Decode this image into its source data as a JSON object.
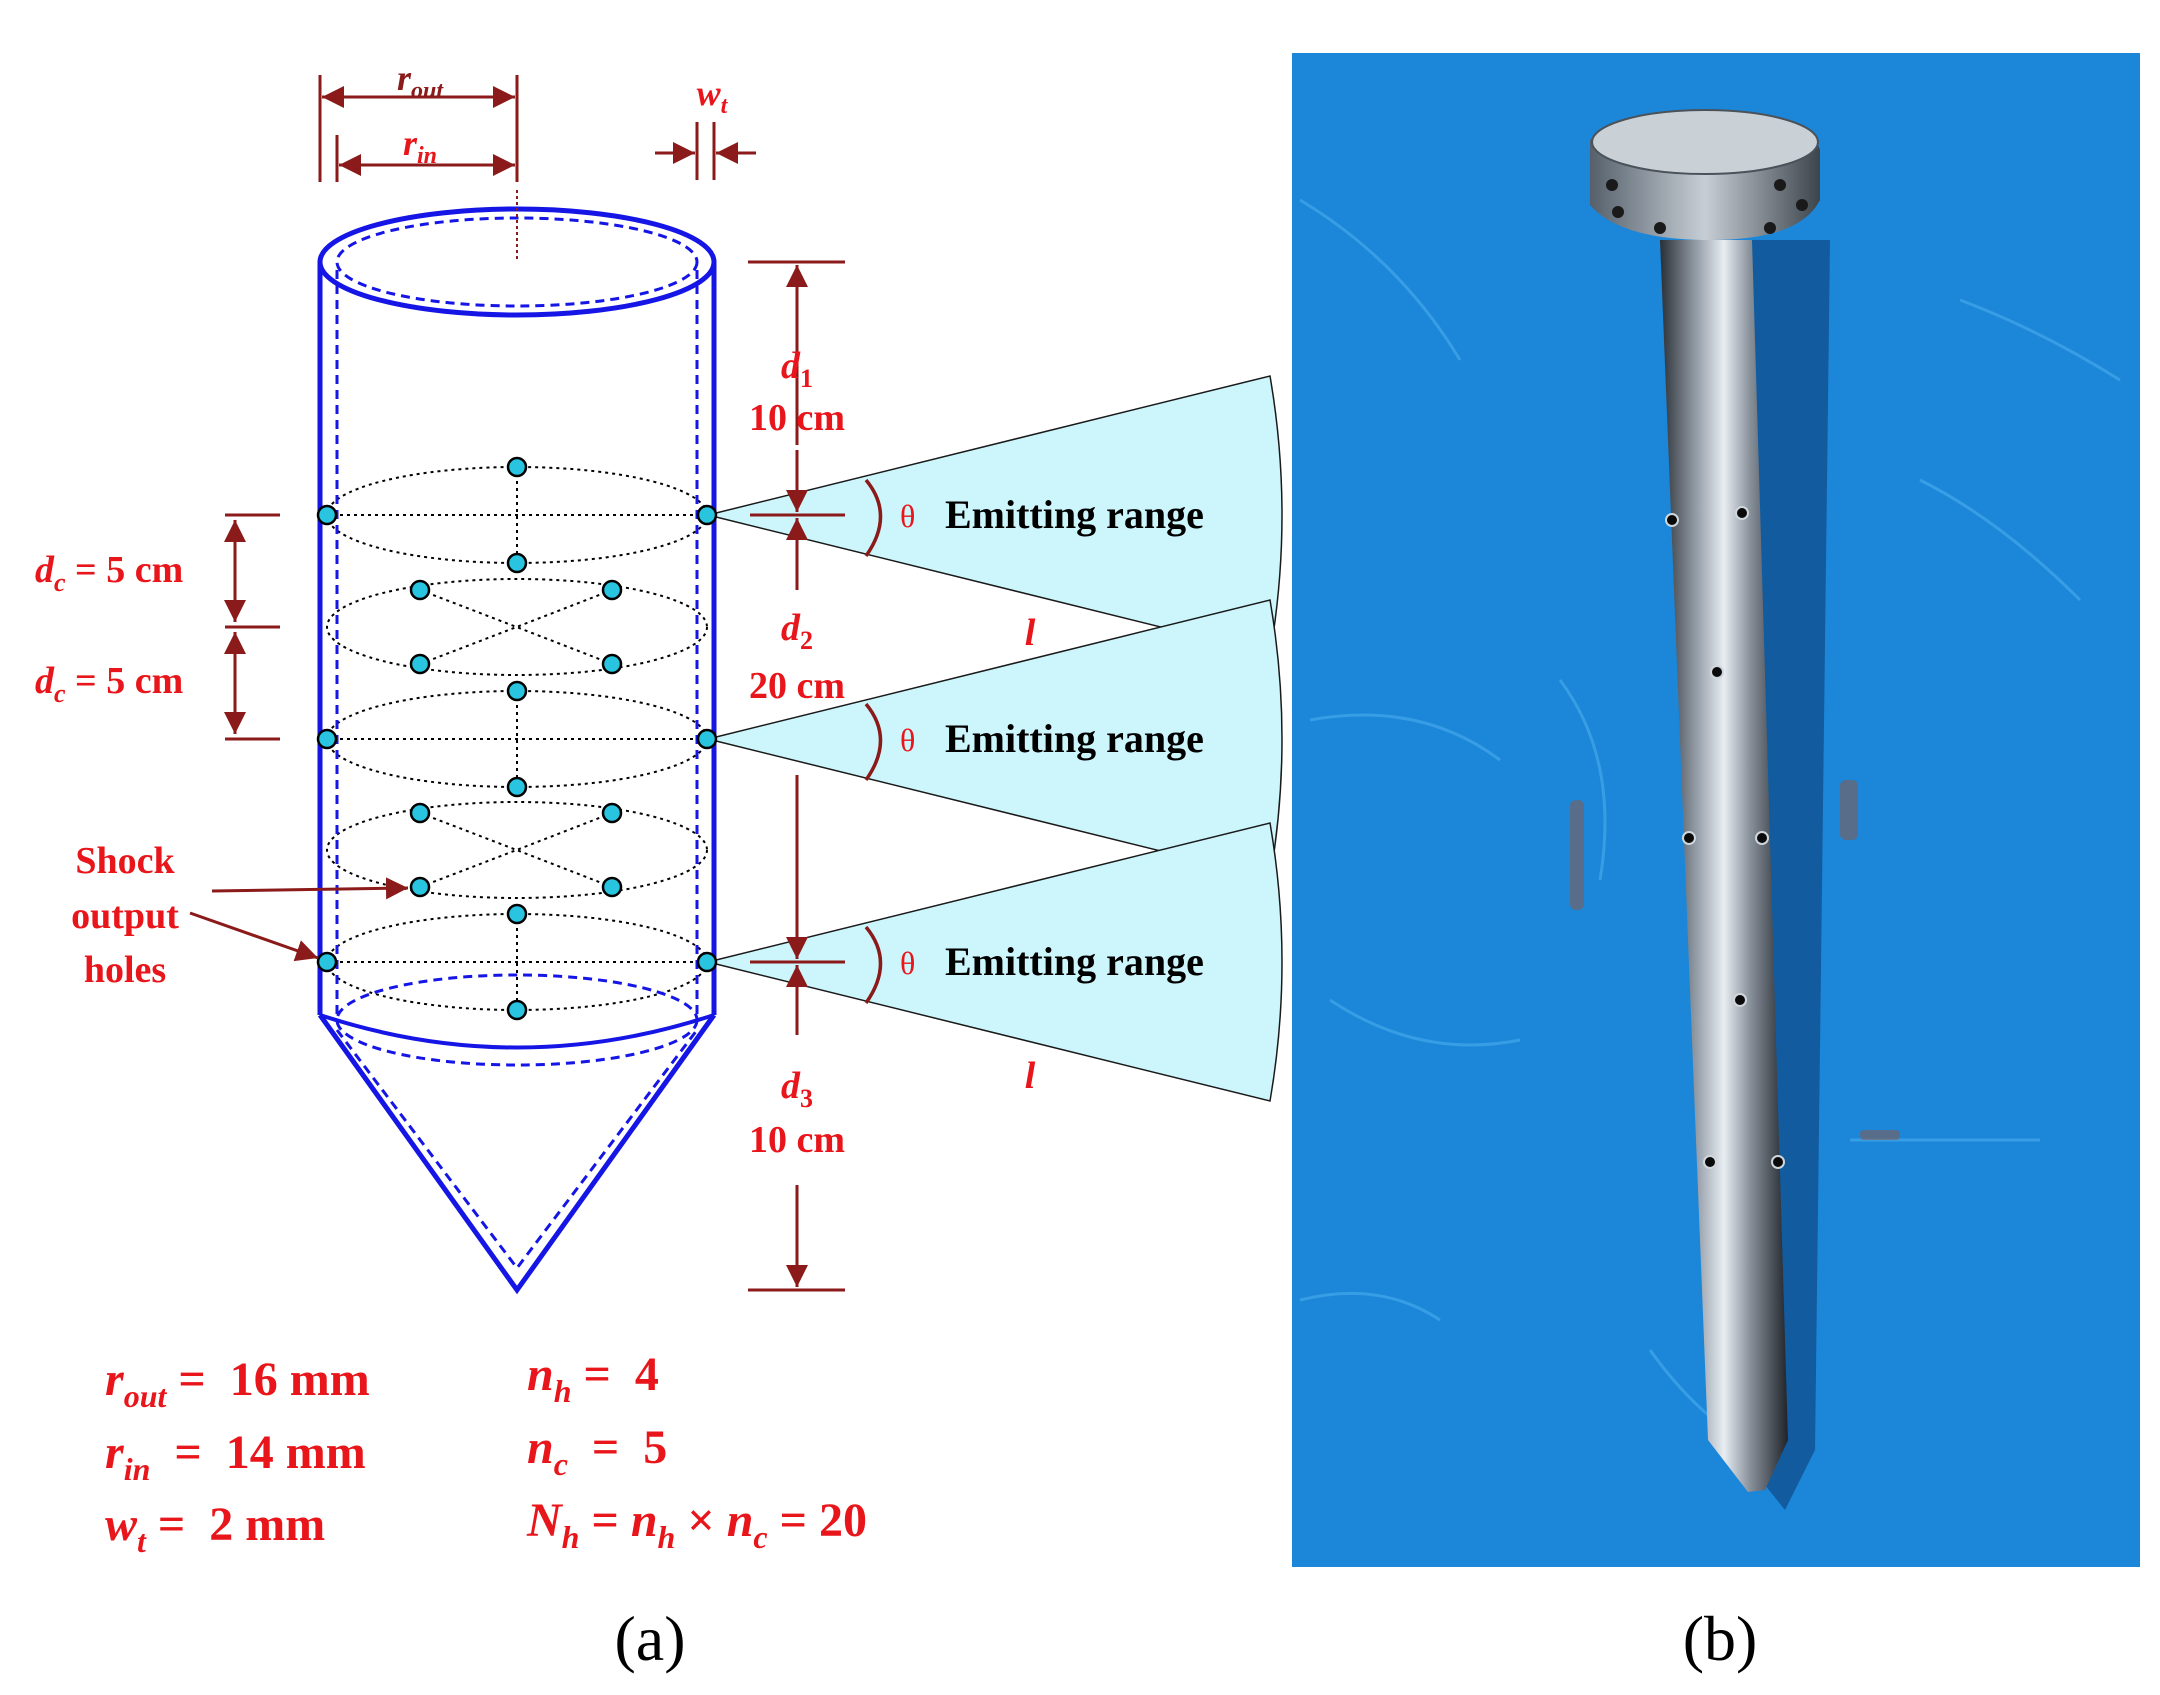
{
  "panel_a": {
    "caption": "(a)",
    "dim_r_out": "r",
    "dim_r_out_sub": "out",
    "dim_r_in": "r",
    "dim_r_in_sub": "in",
    "dim_w_t": "w",
    "dim_w_t_sub": "t",
    "d1_sym": "d",
    "d1_sub": "1",
    "d1_val": "10 cm",
    "d2_sym": "d",
    "d2_sub": "2",
    "d2_val": "20 cm",
    "d3_sym": "d",
    "d3_sub": "3",
    "d3_val": "10 cm",
    "dc1_sym": "d",
    "dc1_sub": "c",
    "dc1_val": " = 5 cm",
    "dc2_sym": "d",
    "dc2_sub": "c",
    "dc2_val": " = 5 cm",
    "theta": "θ",
    "emit_label": "Emitting range",
    "l_label": "l",
    "shock_line1": "Shock",
    "shock_line2": "output",
    "shock_line3": "holes",
    "p_rout_sym": "r",
    "p_rout_sub": "out",
    "p_rout_val": " =  16 mm",
    "p_rin_sym": "r",
    "p_rin_sub": "in",
    "p_rin_val": "  =  14 mm",
    "p_wt_sym": "w",
    "p_wt_sub": "t",
    "p_wt_val": " =  2 mm",
    "p_nh_sym": "n",
    "p_nh_sub": "h",
    "p_nh_val": " =  4",
    "p_nc_sym": "n",
    "p_nc_sub": "c",
    "p_nc_val": "  =  5",
    "p_N_sym": "N",
    "p_N_sub": "h",
    "p_N_eq": " = ",
    "p_N_n1": "n",
    "p_N_n1_sub": "h",
    "p_N_times": " × ",
    "p_N_n2": "n",
    "p_N_n2_sub": "c",
    "p_N_res": " = 20"
  },
  "panel_b": {
    "caption": "(b)"
  },
  "colors": {
    "tube": "#1515e6",
    "dimension": "#8b1a1a",
    "label": "#e8151b",
    "hole_fill": "#29c4e0",
    "emit_fill": "#ccf6fb",
    "photo_bg": "#1c86d8"
  }
}
